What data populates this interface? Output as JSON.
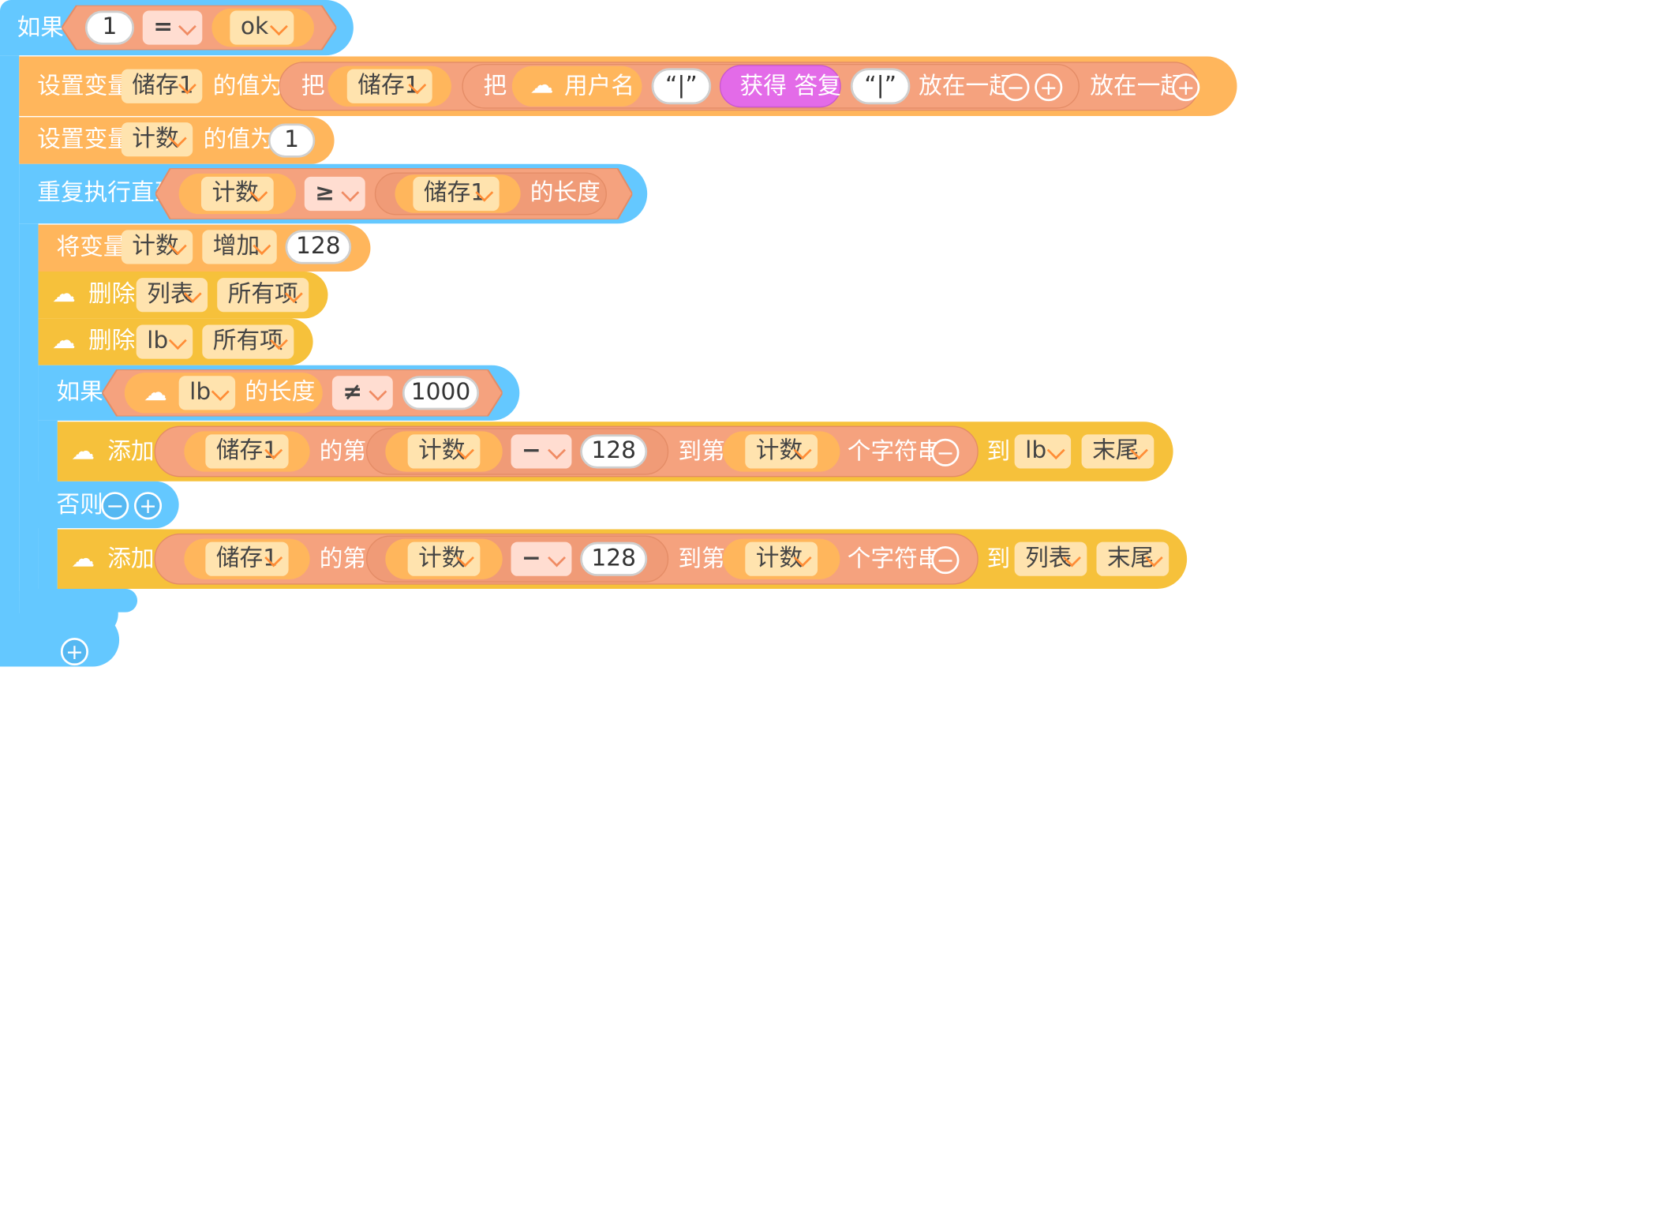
{
  "blocks": {
    "if1": {
      "label": "如果",
      "left_val": "1",
      "op": "=",
      "right_val": "ok"
    },
    "set1": {
      "label": "设置变量",
      "var": "储存1",
      "mid": "的值为",
      "ba": "把",
      "inner_var": "储存1",
      "ba2": "把",
      "user_label": "用户名",
      "quote1": "“|”",
      "answer": "获得 答复",
      "quote2": "“|”",
      "join1": "放在一起",
      "join2": "放在一起",
      "minus": "−",
      "plus": "+"
    },
    "set2": {
      "label": "设置变量",
      "var": "计数",
      "mid": "的值为",
      "value": "1"
    },
    "repeat": {
      "label": "重复执行直到",
      "var": "计数",
      "op": "≥",
      "list_var": "储存1",
      "length": "的长度"
    },
    "inc": {
      "label": "将变量",
      "var": "计数",
      "action": "增加",
      "value": "128"
    },
    "del1": {
      "label": "删除",
      "list": "列表",
      "which": "所有项"
    },
    "del2": {
      "label": "删除",
      "list": "lb",
      "which": "所有项"
    },
    "if2": {
      "label": "如果",
      "list": "lb",
      "length": "的长度",
      "op": "≠",
      "value": "1000"
    },
    "add1": {
      "label": "添加",
      "var": "储存1",
      "de_di": "的第",
      "count": "计数",
      "minus": "−",
      "num": "128",
      "dao_di": "到第",
      "count2": "计数",
      "chars": "个字符串",
      "minus_btn": "−",
      "to": "到",
      "list": "lb",
      "pos": "末尾"
    },
    "else": {
      "label": "否则",
      "minus": "−",
      "plus": "+"
    },
    "add2": {
      "label": "添加",
      "var": "储存1",
      "de_di": "的第",
      "count": "计数",
      "minus": "−",
      "num": "128",
      "dao_di": "到第",
      "count2": "计数",
      "chars": "个字符串",
      "minus_btn": "−",
      "to": "到",
      "list": "列表",
      "pos": "末尾"
    },
    "bottom_plus": "+"
  },
  "colors": {
    "control": "#64C8FF",
    "variable": "#FFB65C",
    "cloud": "#F6C13B",
    "operator": "#F5A27E",
    "answer": "#E36BE8"
  },
  "icons": {
    "cloud_list": "cloud-list-icon",
    "user_cloud": "cloud-upload-icon"
  }
}
